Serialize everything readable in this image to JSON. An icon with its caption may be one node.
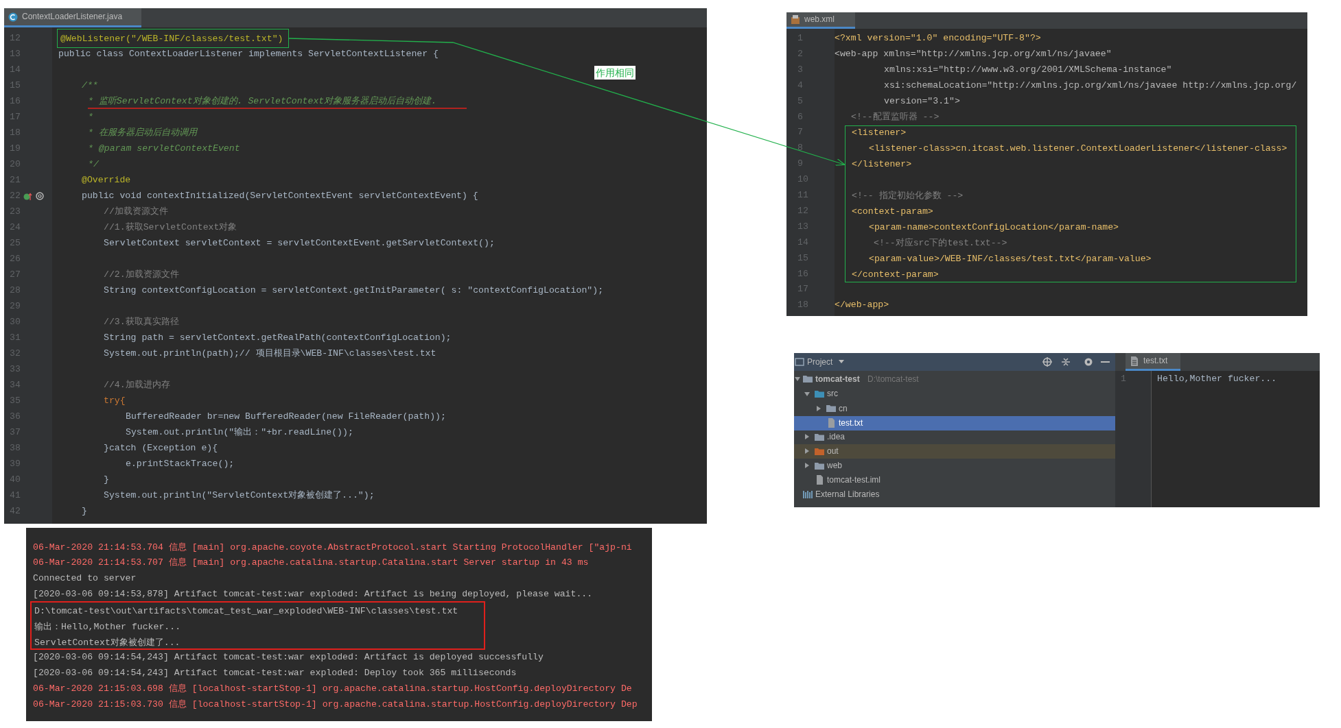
{
  "diagram": {
    "nodes": [
      {
        "text": [
          "ContextLoaderListener.java",
          "12",
          "13",
          "public class ContextLoaderListener implements ServletContextListener {",
          "14",
          "15",
          "/**",
          "16",
          "* 监听ServletContext对象创建的. ServletContext对象服务器启动后自动创建.",
          "17",
          "*",
          "18",
          "* 在服务器启动后自动调用",
          "19",
          "* @param servletContextEvent",
          "20",
          "*/",
          "21",
          "@Override",
          "22",
          "public void contextInitialized(ServletContextEvent servletContextEvent) {",
          "23",
          "//加载资源文件",
          "24",
          "//1.获取ServletContext对象",
          "25",
          "ServletContext servletContext = servletContextEvent.getServletContext();",
          "26",
          "27",
          "//2.加载资源文件",
          "28",
          "String contextConfigLocation = servletContext.getInitParameter( s: \"contextConfigLocation\");",
          "29",
          "30",
          "//3.获取真实路径",
          "31",
          "String path = servletContext.getRealPath(contextConfigLocation);",
          "32",
          "System.out.println(path);// 项目根目录\\WEB-INF\\classes\\test.txt",
          "33",
          "34",
          "//4.加载进内存",
          "35",
          "try{",
          "36",
          "BufferedReader br=new BufferedReader(new FileReader(path));",
          "37",
          "System.out.println(\"输出：\"+br.readLine());",
          "38",
          "}catch (Exception e){",
          "39",
          "e.printStackTrace();",
          "40",
          "}",
          "41",
          "System.out.println(\"ServletContext对象被创建了...\");",
          "42",
          "}"
        ]
      },
      {
        "text": [
          "@WebListener(\"/WEB-INF/classes/test.txt\")"
        ],
        "in": 0
      },
      {
        "text": [
          "web.xml",
          "1",
          "<?xml version=\"1.0\" encoding=\"UTF-8\"?>",
          "2",
          "<web-app xmlns=\"http://xmlns.jcp.org/xml/ns/javaee\"",
          "3",
          "xmlns:xsi=\"http://www.w3.org/2001/XMLSchema-instance\"",
          "4",
          "xsi:schemaLocation=\"http://xmlns.jcp.org/xml/ns/javaee http://xmlns.jcp.org/",
          "5",
          "version=\"3.1\">",
          "6",
          "<!--配置监听器 -->",
          "7",
          "8",
          "9",
          "10",
          "11",
          "12",
          "13",
          "14",
          "15",
          "16",
          "17",
          "18",
          "</web-app>"
        ]
      },
      {
        "text": [
          "<listener>",
          "<listener-class>cn.itcast.web.listener.ContextLoaderListener</listener-class>",
          "</listener>",
          "<!-- 指定初始化参数 -->",
          "<context-param>",
          "<param-name>contextConfigLocation</param-name>",
          "<!--对应src下的test.txt-->",
          "<param-value>/WEB-INF/classes/test.txt</param-value>",
          "</context-param>"
        ],
        "in": 2
      },
      {
        "text": [
          "Project",
          "tomcat-test",
          "D:\\tomcat-test",
          "src",
          "cn",
          "test.txt",
          ".idea",
          "out",
          "web",
          "tomcat-test.iml",
          "External Libraries",
          "test.txt",
          "1",
          "Hello,Mother fucker..."
        ]
      },
      {
        "text": [
          "06-Mar-2020 21:14:53.704 信息 [main] org.apache.coyote.AbstractProtocol.start Starting ProtocolHandler [\"ajp-ni",
          "06-Mar-2020 21:14:53.707 信息 [main] org.apache.catalina.startup.Catalina.start Server startup in 43 ms",
          "Connected to server",
          "[2020-03-06 09:14:53,878] Artifact tomcat-test:war exploded: Artifact is being deployed, please wait...",
          "[2020-03-06 09:14:54,243] Artifact tomcat-test:war exploded: Artifact is deployed successfully",
          "[2020-03-06 09:14:54,243] Artifact tomcat-test:war exploded: Deploy took 365 milliseconds",
          "06-Mar-2020 21:15:03.698 信息 [localhost-startStop-1] org.apache.catalina.startup.HostConfig.deployDirectory De",
          "06-Mar-2020 21:15:03.730 信息 [localhost-startStop-1] org.apache.catalina.startup.HostConfig.deployDirectory Dep"
        ]
      },
      {
        "text": [
          "D:\\tomcat-test\\out\\artifacts\\tomcat_test_war_exploded\\WEB-INF\\classes\\test.txt",
          "输出：Hello,Mother fucker...",
          "ServletContext对象被创建了..."
        ],
        "in": 5
      }
    ],
    "edges": [
      {
        "from": 1,
        "to": 3,
        "arrow": "to",
        "label": "作用相同",
        "color": "#22b14c"
      }
    ]
  }
}
